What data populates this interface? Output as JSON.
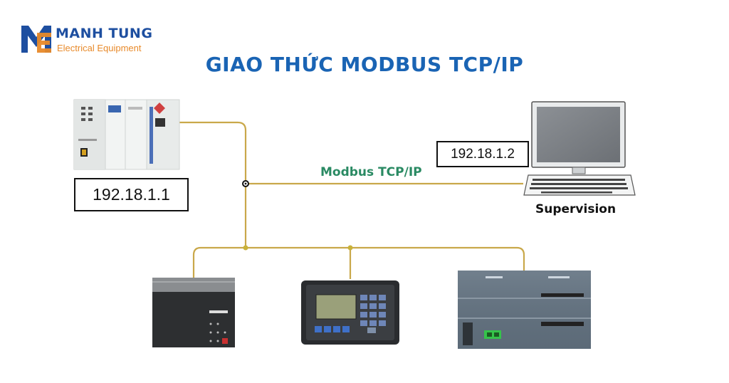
{
  "brand": {
    "name": "MANH TUNG",
    "subtitle": "Electrical Equipment",
    "logo_icon": "mt-monogram-icon"
  },
  "title": "GIAO THỨC MODBUS TCP/IP",
  "network": {
    "protocol_label": "Modbus TCP/IP",
    "plc": {
      "ip": "192.18.1.1",
      "icon": "plc-controller-icon"
    },
    "supervision": {
      "ip": "192.18.1.2",
      "label": "Supervision",
      "icon": "computer-workstation-icon"
    },
    "devices": [
      {
        "icon": "power-meter-icon"
      },
      {
        "icon": "hmi-keypad-panel-icon"
      },
      {
        "icon": "io-module-icon"
      }
    ]
  },
  "colors": {
    "title": "#1a64b4",
    "brand_blue": "#1e4fa0",
    "brand_orange": "#e88a2a",
    "protocol_green": "#2a8a63",
    "cable": "#c9a84a"
  }
}
